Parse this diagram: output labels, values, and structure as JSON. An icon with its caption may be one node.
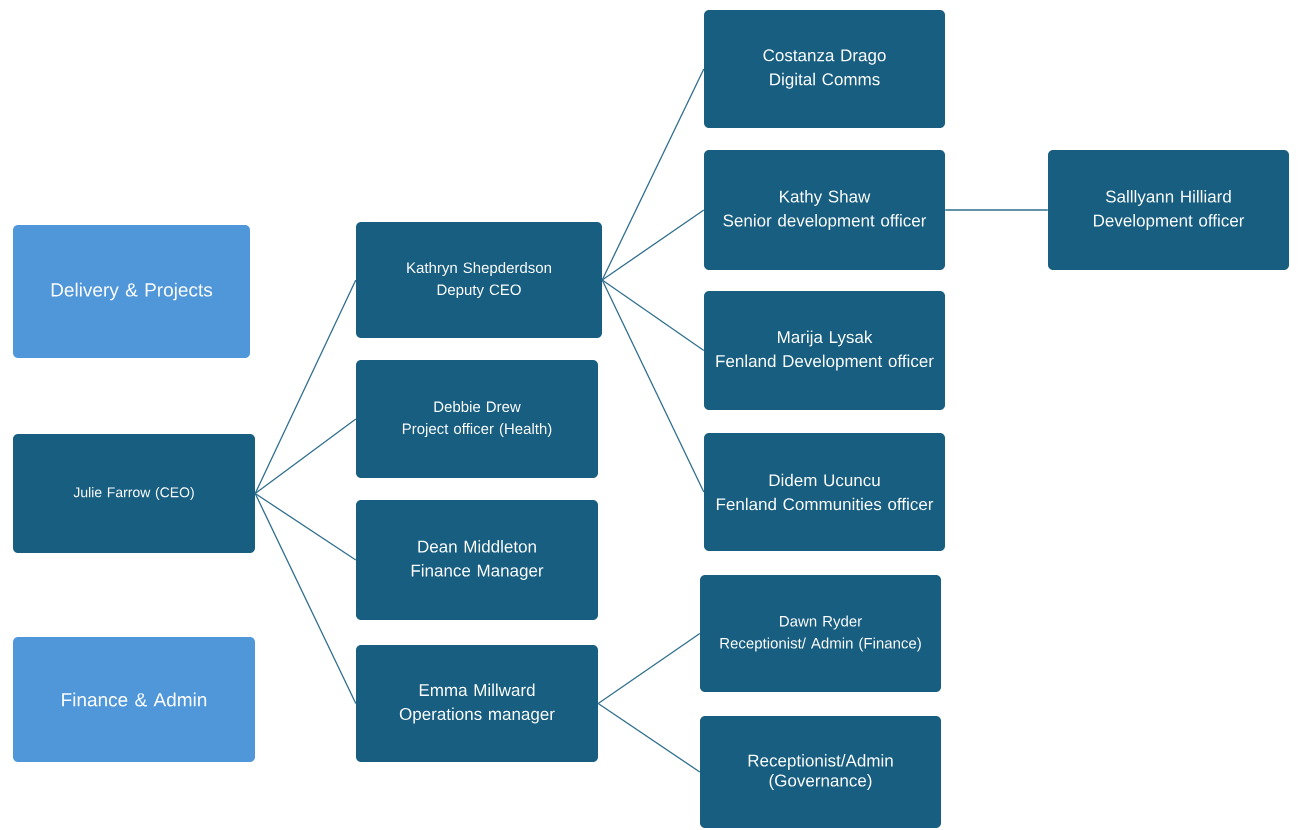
{
  "diagram": {
    "nodes": [
      {
        "text": [
          "Delivery & Projects"
        ]
      },
      {
        "text": [
          "Julie Farrow (CEO)"
        ]
      },
      {
        "text": [
          "Finance & Admin"
        ]
      },
      {
        "text": [
          "Kathryn Shepderdson",
          "Deputy CEO"
        ]
      },
      {
        "text": [
          "Debbie Drew",
          "Project officer (Health)"
        ]
      },
      {
        "text": [
          "Dean Middleton",
          "Finance Manager"
        ]
      },
      {
        "text": [
          "Emma Millward",
          "Operations manager"
        ]
      },
      {
        "text": [
          "Costanza Drago",
          "Digital Comms"
        ]
      },
      {
        "text": [
          "Kathy Shaw",
          "Senior development officer"
        ]
      },
      {
        "text": [
          "Marija Lysak",
          "Fenland Development officer"
        ]
      },
      {
        "text": [
          "Didem Ucuncu",
          "Fenland Communities officer"
        ]
      },
      {
        "text": [
          "Dawn Ryder",
          "Receptionist/ Admin (Finance)"
        ]
      },
      {
        "text": [
          "Receptionist/Admin (Governance)"
        ]
      },
      {
        "text": [
          "Salllyann Hilliard",
          "Development officer"
        ]
      }
    ],
    "edges": [
      {
        "from": 1,
        "to": 3,
        "arrow": "none"
      },
      {
        "from": 1,
        "to": 4,
        "arrow": "none"
      },
      {
        "from": 1,
        "to": 5,
        "arrow": "none"
      },
      {
        "from": 1,
        "to": 6,
        "arrow": "none"
      },
      {
        "from": 3,
        "to": 7,
        "arrow": "none"
      },
      {
        "from": 3,
        "to": 8,
        "arrow": "none"
      },
      {
        "from": 3,
        "to": 9,
        "arrow": "none"
      },
      {
        "from": 3,
        "to": 10,
        "arrow": "none"
      },
      {
        "from": 6,
        "to": 11,
        "arrow": "none"
      },
      {
        "from": 6,
        "to": 12,
        "arrow": "none"
      },
      {
        "from": 8,
        "to": 13,
        "arrow": "none"
      }
    ]
  }
}
